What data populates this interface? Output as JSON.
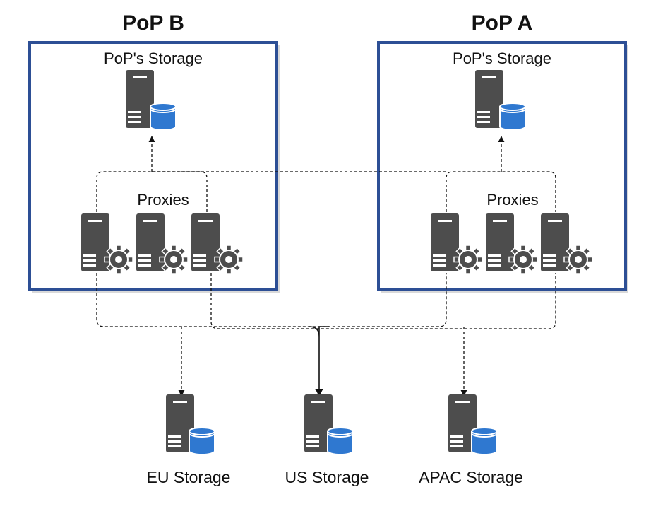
{
  "pops": [
    {
      "title": "PoP B",
      "storage_label": "PoP's Storage",
      "proxies_label": "Proxies"
    },
    {
      "title": "PoP A",
      "storage_label": "PoP's Storage",
      "proxies_label": "Proxies"
    }
  ],
  "regional_storage": [
    {
      "label": "EU Storage"
    },
    {
      "label": "US Storage"
    },
    {
      "label": "APAC Storage"
    }
  ],
  "colors": {
    "box_border": "#2d4f95",
    "server": "#4d4d4d",
    "database": "#2f78d0",
    "connector": "#111111"
  },
  "icons": {
    "storage": "server-database-icon",
    "proxy": "server-gear-icon"
  }
}
